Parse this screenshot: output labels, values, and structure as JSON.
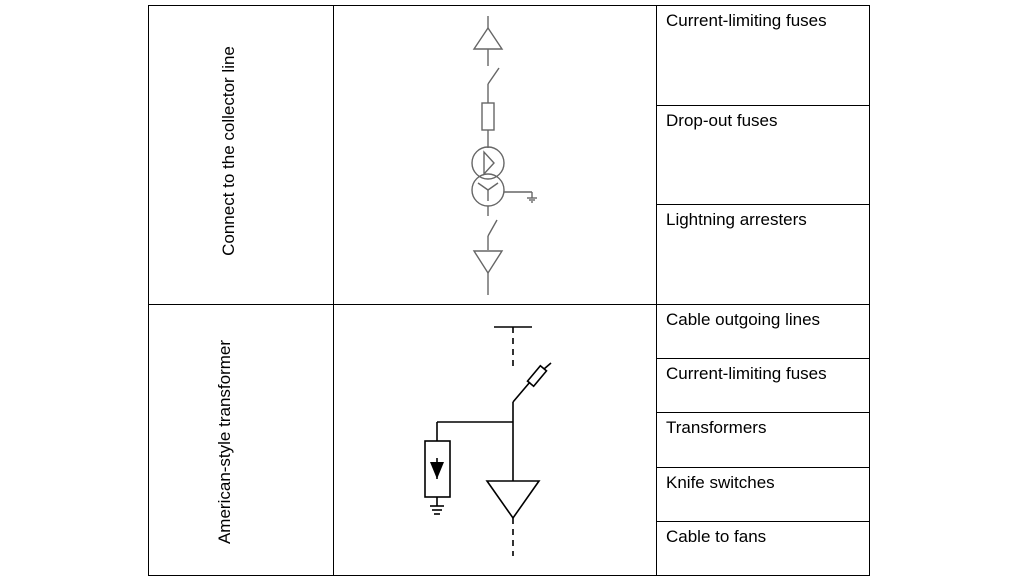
{
  "rows": [
    {
      "title": "Connect to the collector line",
      "components": [
        "Current-limiting fuses",
        "Drop-out fuses",
        "Lightning arresters"
      ]
    },
    {
      "title": "American-style transformer",
      "components": [
        "Cable outgoing lines",
        "Current-limiting fuses",
        "Transformers",
        "Knife switches",
        "Cable to fans"
      ]
    }
  ],
  "colors": {
    "grid": "#000000",
    "symbol_row1": "#666666",
    "symbol_row2": "#000000"
  }
}
